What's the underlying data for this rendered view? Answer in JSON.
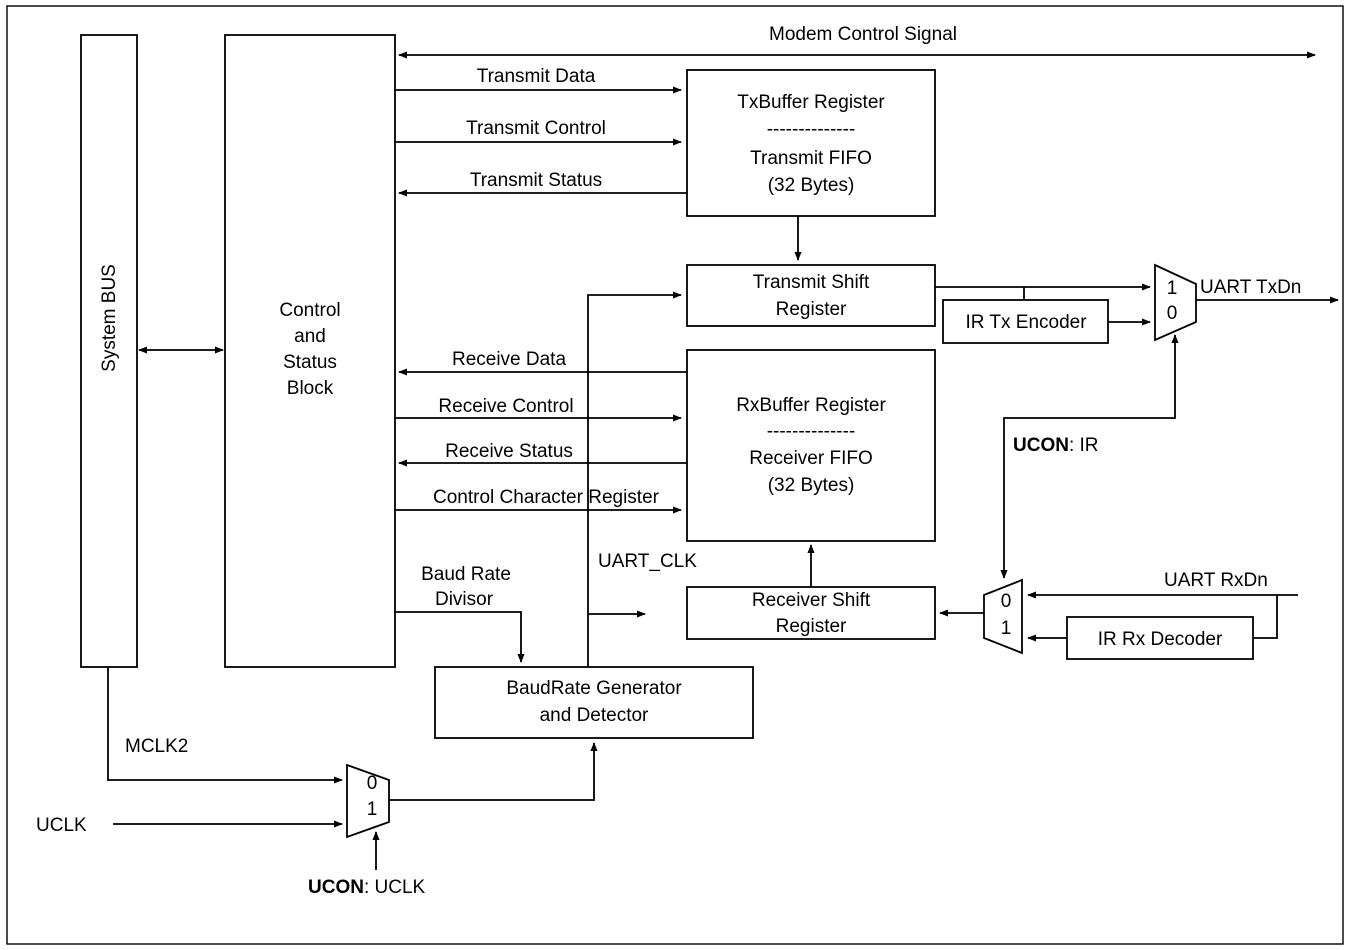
{
  "blocks": {
    "system_bus": "System BUS",
    "control_status": [
      "Control",
      "and",
      "Status",
      "Block"
    ],
    "tx_buffer": [
      "TxBuffer Register",
      "--------------",
      "Transmit FIFO",
      "(32 Bytes)"
    ],
    "tx_shift": [
      "Transmit Shift",
      "Register"
    ],
    "rx_buffer": [
      "RxBuffer Register",
      "--------------",
      "Receiver FIFO",
      "(32 Bytes)"
    ],
    "rx_shift": [
      "Receiver Shift",
      "Register"
    ],
    "baud_gen": [
      "BaudRate Generator",
      "and Detector"
    ],
    "ir_tx": "IR Tx Encoder",
    "ir_rx": "IR Rx Decoder"
  },
  "signals": {
    "modem": "Modem Control Signal",
    "transmit_data": "Transmit Data",
    "transmit_control": "Transmit Control",
    "transmit_status": "Transmit Status",
    "receive_data": "Receive Data",
    "receive_control": "Receive Control",
    "receive_status": "Receive Status",
    "ccr": "Control Character Register",
    "baud_divisor": [
      "Baud Rate",
      "Divisor"
    ],
    "uart_clk": "UART_CLK",
    "uart_txd": "UART TxDn",
    "uart_rxd": "UART RxDn",
    "mclk2": "MCLK2",
    "uclk": "UCLK",
    "ucon_ir_bold": "UCON",
    "ucon_ir_rest": ": IR",
    "ucon_uclk_bold": "UCON",
    "ucon_uclk_rest": ": UCLK"
  },
  "muxes": {
    "tx_mux": [
      "1",
      "0"
    ],
    "rx_mux": [
      "0",
      "1"
    ],
    "clk_mux": [
      "0",
      "1"
    ]
  }
}
